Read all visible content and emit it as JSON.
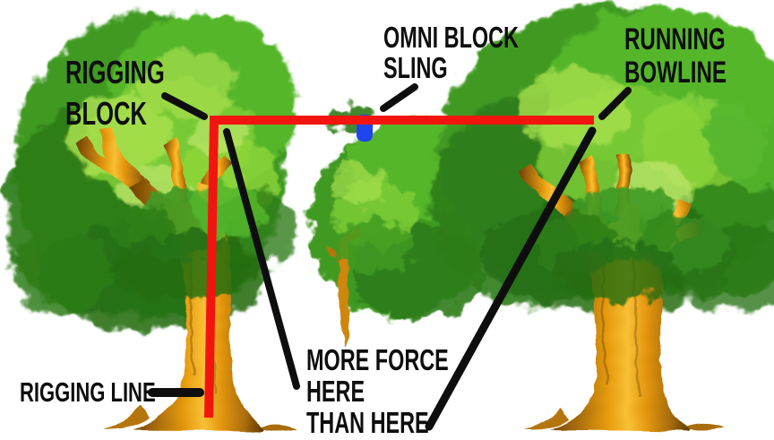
{
  "diagram": {
    "subject": "tree rigging setup with speedline between two trees",
    "labels": {
      "rigging_block": {
        "line1": "RIGGING",
        "line2": "BLOCK"
      },
      "omni_block_sling": {
        "line1": "OMNI BLOCK",
        "line2": "SLING"
      },
      "running_bowline": {
        "line1": "RUNNING",
        "line2": "BOWLINE"
      },
      "force_note": {
        "line1": "MORE FORCE",
        "line2": "HERE",
        "line3": "THAN HERE"
      },
      "rigging_line": {
        "text": "RIGGING LINE"
      }
    },
    "colors": {
      "background": "#ffffff",
      "ink_black": "#0e0e0e",
      "rope_red": "#f2150f",
      "sling_blue": "#1f45ee",
      "canopy_base": "#3f9a22",
      "canopy_dark": "#2e7c19",
      "canopy_deep": "#256d13",
      "canopy_light": "#7ccc35",
      "canopy_lighter": "#a8e04c",
      "canopy_pale": "#d7ef7f",
      "bark_mid": "#cf860b"
    }
  }
}
